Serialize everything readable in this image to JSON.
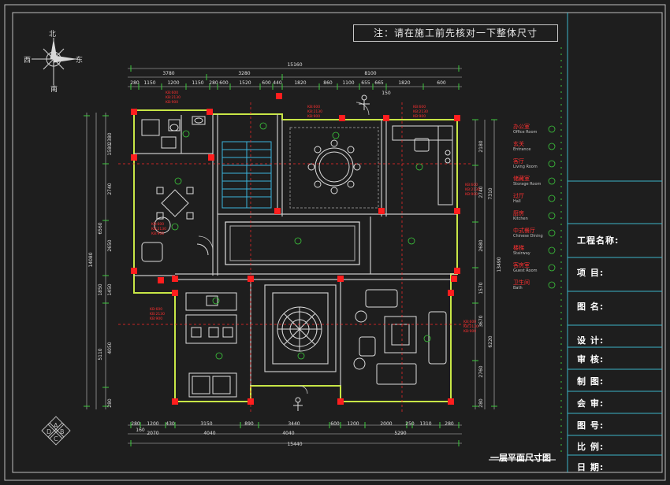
{
  "note": "注：请在施工前先核对一下整体尺寸",
  "compass": {
    "north": "北",
    "south": "南",
    "east": "东",
    "west": "西"
  },
  "plan_title": "一层平面尺寸图",
  "title_block": [
    {
      "key": "project_name",
      "label": "工程名称:"
    },
    {
      "key": "item",
      "label": "项 目:"
    },
    {
      "key": "drawing_name",
      "label": "图 名:"
    },
    {
      "key": "design",
      "label": "设 计:"
    },
    {
      "key": "review",
      "label": "审 核:"
    },
    {
      "key": "draft",
      "label": "制 图:"
    },
    {
      "key": "countersign",
      "label": "会 审:"
    },
    {
      "key": "drawing_no",
      "label": "图 号:"
    },
    {
      "key": "scale",
      "label": "比 例:"
    },
    {
      "key": "date",
      "label": "日 期:"
    }
  ],
  "room_legend": [
    {
      "cn": "办公室",
      "en": "Office Room"
    },
    {
      "cn": "玄关",
      "en": "Entrance"
    },
    {
      "cn": "客厅",
      "en": "Living Room"
    },
    {
      "cn": "储藏室",
      "en": "Storage Room"
    },
    {
      "cn": "过厅",
      "en": "Hall"
    },
    {
      "cn": "厨房",
      "en": "Kitchen"
    },
    {
      "cn": "中式餐厅",
      "en": "Chinese Dining"
    },
    {
      "cn": "楼梯",
      "en": "Stairway"
    },
    {
      "cn": "客房室",
      "en": "Guest Room"
    },
    {
      "cn": "卫生间",
      "en": "Bath"
    }
  ],
  "dimensions": {
    "top_total": "15160",
    "top_row1": [
      "3780",
      "3280",
      "8100"
    ],
    "top_row2": [
      "280",
      "1150",
      "1200",
      "1150",
      "280",
      "600",
      "1520",
      "600",
      "440",
      "1820",
      "860",
      "1100",
      "655",
      "665",
      "1820",
      "600"
    ],
    "top_mid": "150",
    "bottom_total": "15440",
    "bottom_row1": [
      "2070",
      "4040",
      "4040",
      "5290"
    ],
    "bottom_row2": [
      "280",
      "1200",
      "430",
      "3150",
      "890",
      "3440",
      "600",
      "1200",
      "2000",
      "250",
      "1310",
      "280"
    ],
    "bottom_small": "160",
    "left_total": "14080",
    "left_row1": [
      "6560",
      "1850",
      "5110"
    ],
    "left_row2": [
      "2380",
      "1580",
      "2740",
      "2650",
      "1450",
      "4050",
      "280"
    ],
    "right_total": "13490",
    "right_row1": [
      "7310",
      "6220"
    ],
    "right_row2": [
      "2180",
      "2740",
      "2680",
      "1570",
      "3670",
      "2760",
      "280"
    ]
  },
  "elevation_tags": [
    "KB:600",
    "KB:2130",
    "KB:900"
  ]
}
